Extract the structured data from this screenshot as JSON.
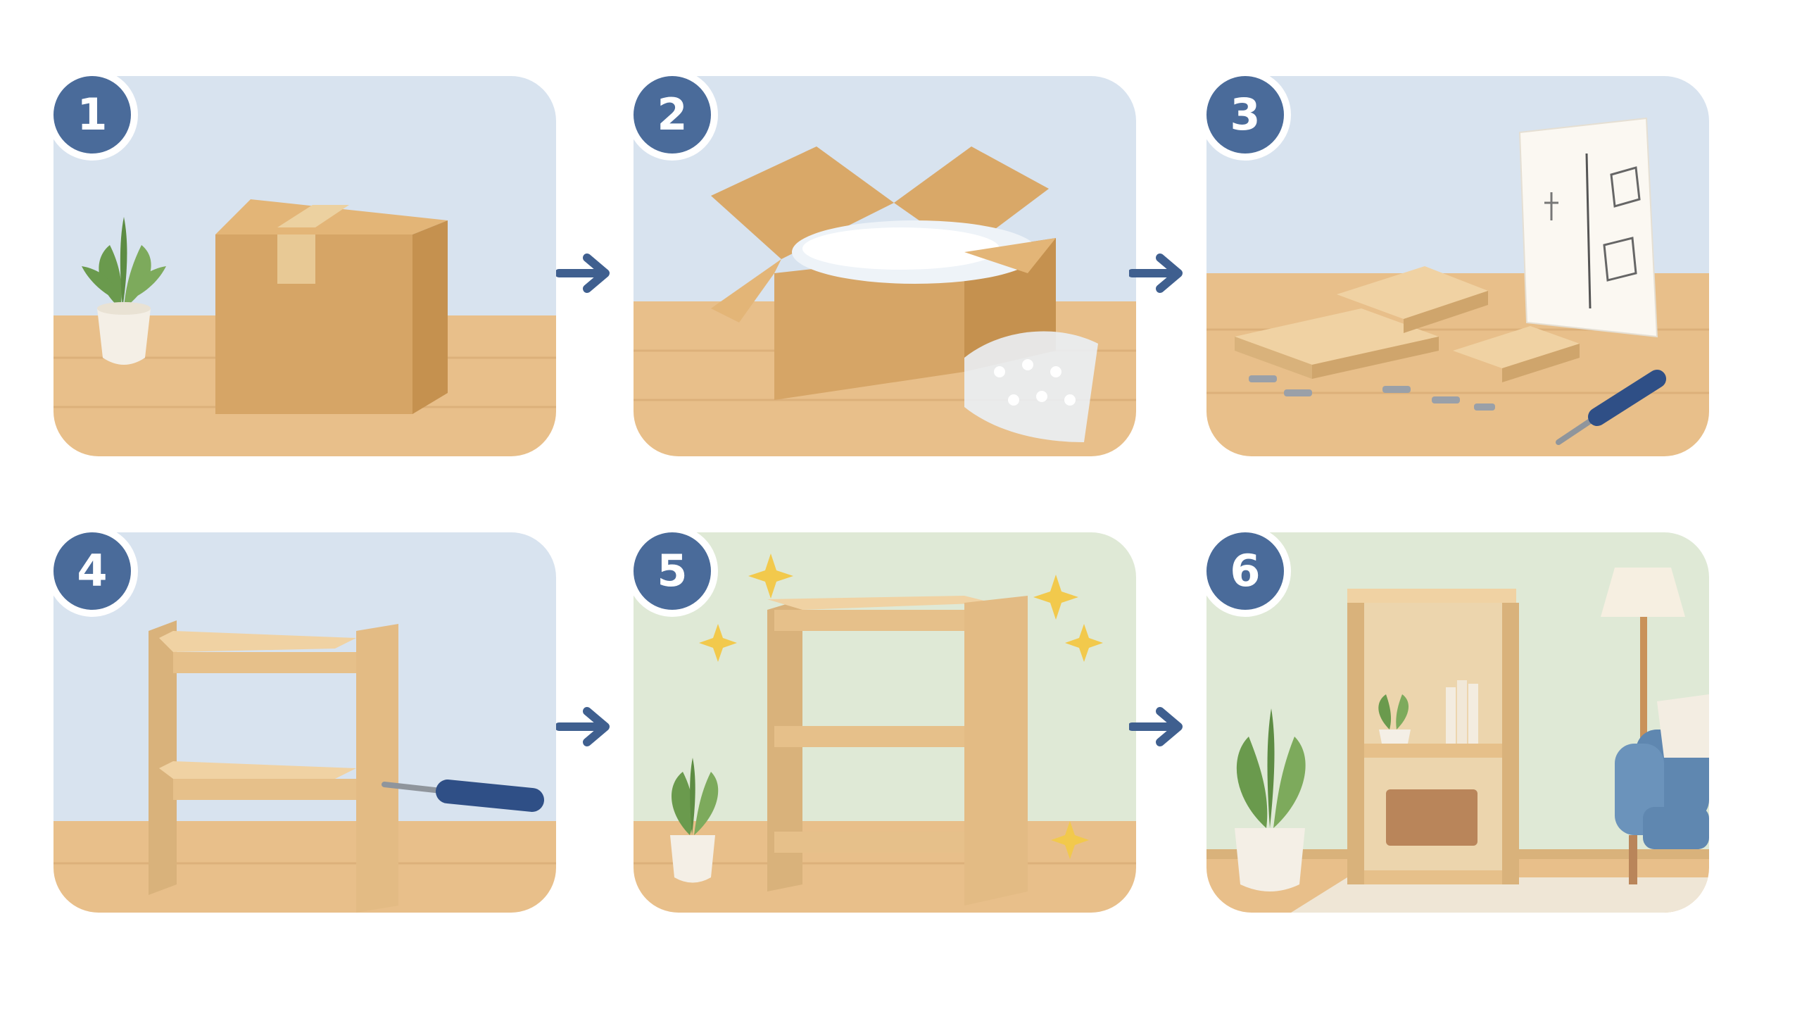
{
  "steps": [
    {
      "number": "1",
      "scene": "sealed-box"
    },
    {
      "number": "2",
      "scene": "open-box-bubble-wrap"
    },
    {
      "number": "3",
      "scene": "parts-and-instructions"
    },
    {
      "number": "4",
      "scene": "assemble-with-screwdriver"
    },
    {
      "number": "5",
      "scene": "finished-shelf-sparkles"
    },
    {
      "number": "6",
      "scene": "shelf-in-living-room"
    }
  ],
  "colors": {
    "badge": "#4a6b9a",
    "arrow": "#3f5f8f",
    "wall_blue": "#d8e3ef",
    "wall_green": "#dfe9d6",
    "floor": "#e8bf8a",
    "wood": "#e6c08a",
    "cardboard": "#d6a566",
    "plant": "#6a9a4d",
    "armchair": "#5f87b0",
    "sparkle": "#f2c94c"
  }
}
